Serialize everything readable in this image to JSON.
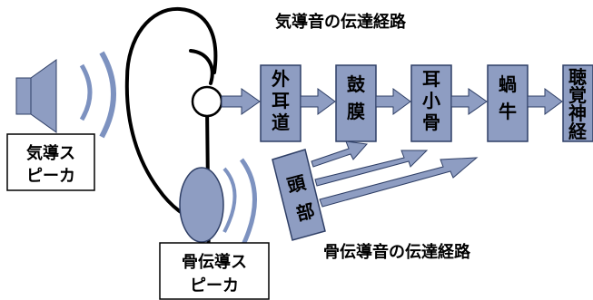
{
  "titles": {
    "air": "気導音の伝達経路",
    "bone": "骨伝導音の伝達経路"
  },
  "speakers": {
    "air_line1": "気導ス",
    "air_line2": "ピーカ",
    "bone_line1": "骨伝導ス",
    "bone_line2": "ピーカ"
  },
  "boxes": {
    "outer_ear": [
      "外",
      "耳",
      "道"
    ],
    "eardrum": [
      "鼓",
      "膜"
    ],
    "ossicles": [
      "耳",
      "小",
      "骨"
    ],
    "cochlea": [
      "蝸",
      "牛"
    ],
    "nerve": [
      "聴",
      "覚",
      "神",
      "経"
    ],
    "head": [
      "頭",
      "部"
    ]
  },
  "colors": {
    "fill": "#8e9dc2",
    "stroke": "#2f3f66",
    "wave": "#7d92c0"
  }
}
